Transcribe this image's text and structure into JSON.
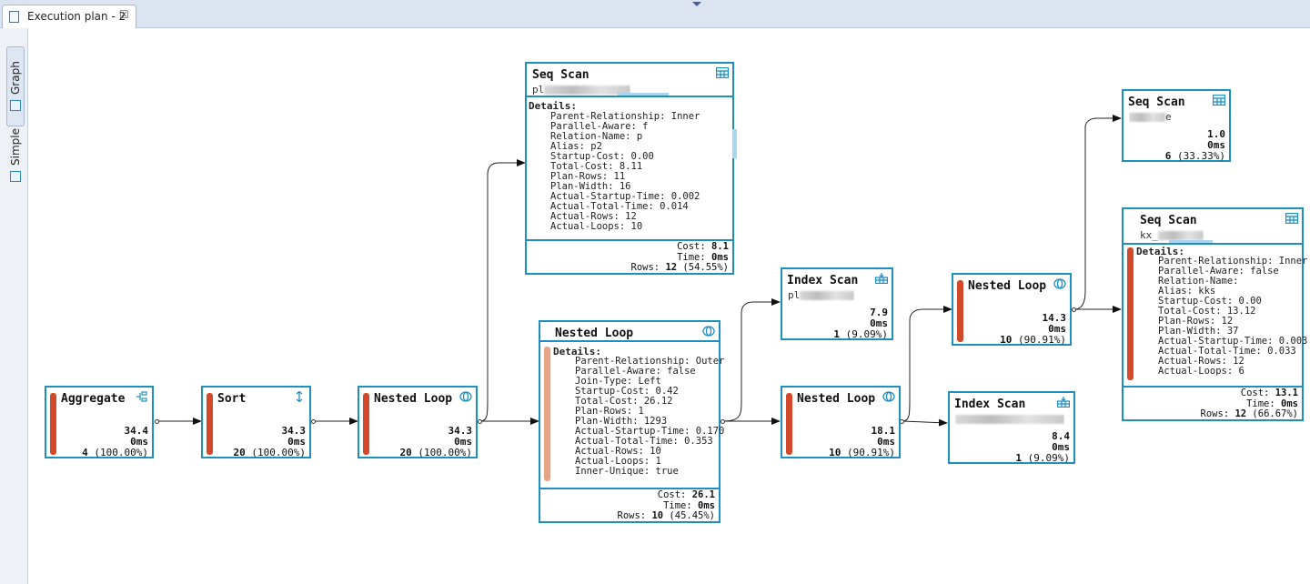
{
  "tab": {
    "title": "Execution plan - 2",
    "close": "☒"
  },
  "sidebar": {
    "graph_label": "Graph",
    "simple_label": "Simple"
  },
  "nodes": {
    "aggregate": {
      "title": "Aggregate",
      "cost": "34.4",
      "time": "0ms",
      "rows": "4",
      "pct": "(100.00%)"
    },
    "sort": {
      "title": "Sort",
      "cost": "34.3",
      "time": "0ms",
      "rows": "20",
      "pct": "(100.00%)"
    },
    "nested1": {
      "title": "Nested Loop",
      "cost": "34.3",
      "time": "0ms",
      "rows": "20",
      "pct": "(100.00%)"
    },
    "seqscan1": {
      "title": "Seq Scan",
      "sub": "pl",
      "details_header": "Details:",
      "details": [
        "Parent-Relationship: Inner",
        "Parallel-Aware: f",
        "Relation-Name: p",
        "Alias: p2",
        "Startup-Cost: 0.00",
        "Total-Cost: 8.11",
        "Plan-Rows: 11",
        "Plan-Width: 16",
        "Actual-Startup-Time: 0.002",
        "Actual-Total-Time: 0.014",
        "Actual-Rows: 12",
        "Actual-Loops: 10"
      ],
      "cost_label": "Cost:",
      "cost": "8.1",
      "time_label": "Time:",
      "time": "0ms",
      "rows_label": "Rows:",
      "rows": "12",
      "pct": "(54.55%)"
    },
    "nested2": {
      "title": "Nested Loop",
      "details_header": "Details:",
      "details": [
        "Parent-Relationship: Outer",
        "Parallel-Aware: false",
        "Join-Type: Left",
        "Startup-Cost: 0.42",
        "Total-Cost: 26.12",
        "Plan-Rows: 1",
        "Plan-Width: 1293",
        "Actual-Startup-Time: 0.170",
        "Actual-Total-Time: 0.353",
        "Actual-Rows: 10",
        "Actual-Loops: 1",
        "Inner-Unique: true"
      ],
      "cost_label": "Cost:",
      "cost": "26.1",
      "time_label": "Time:",
      "time": "0ms",
      "rows_label": "Rows:",
      "rows": "10",
      "pct": "(45.45%)"
    },
    "indexscan1": {
      "title": "Index Scan",
      "sub": "pl",
      "cost": "7.9",
      "time": "0ms",
      "rows": "1",
      "pct": "(9.09%)"
    },
    "nested3": {
      "title": "Nested Loop",
      "cost": "18.1",
      "time": "0ms",
      "rows": "10",
      "pct": "(90.91%)"
    },
    "indexscan2": {
      "title": "Index Scan",
      "sub": "",
      "cost": "8.4",
      "time": "0ms",
      "rows": "1",
      "pct": "(9.09%)"
    },
    "nested4": {
      "title": "Nested Loop",
      "cost": "14.3",
      "time": "0ms",
      "rows": "10",
      "pct": "(90.91%)"
    },
    "seqscan2": {
      "title": "Seq Scan",
      "sub": "e",
      "cost": "1.0",
      "time": "0ms",
      "rows": "6",
      "pct": "(33.33%)"
    },
    "seqscan3": {
      "title": "Seq Scan",
      "sub": "kx_",
      "details_header": "Details:",
      "details": [
        "Parent-Relationship: Inner",
        "Parallel-Aware: false",
        "Relation-Name:",
        "Alias: kks",
        "Startup-Cost: 0.00",
        "Total-Cost: 13.12",
        "Plan-Rows: 12",
        "Plan-Width: 37",
        "Actual-Startup-Time: 0.003",
        "Actual-Total-Time: 0.033",
        "Actual-Rows: 12",
        "Actual-Loops: 6"
      ],
      "cost_label": "Cost:",
      "cost": "13.1",
      "time_label": "Time:",
      "time": "0ms",
      "rows_label": "Rows:",
      "rows": "12",
      "pct": "(66.67%)"
    }
  },
  "colors": {
    "border": "#1f8fc0",
    "bar": "#d24a2a",
    "bar_light": "#e5a48a"
  }
}
